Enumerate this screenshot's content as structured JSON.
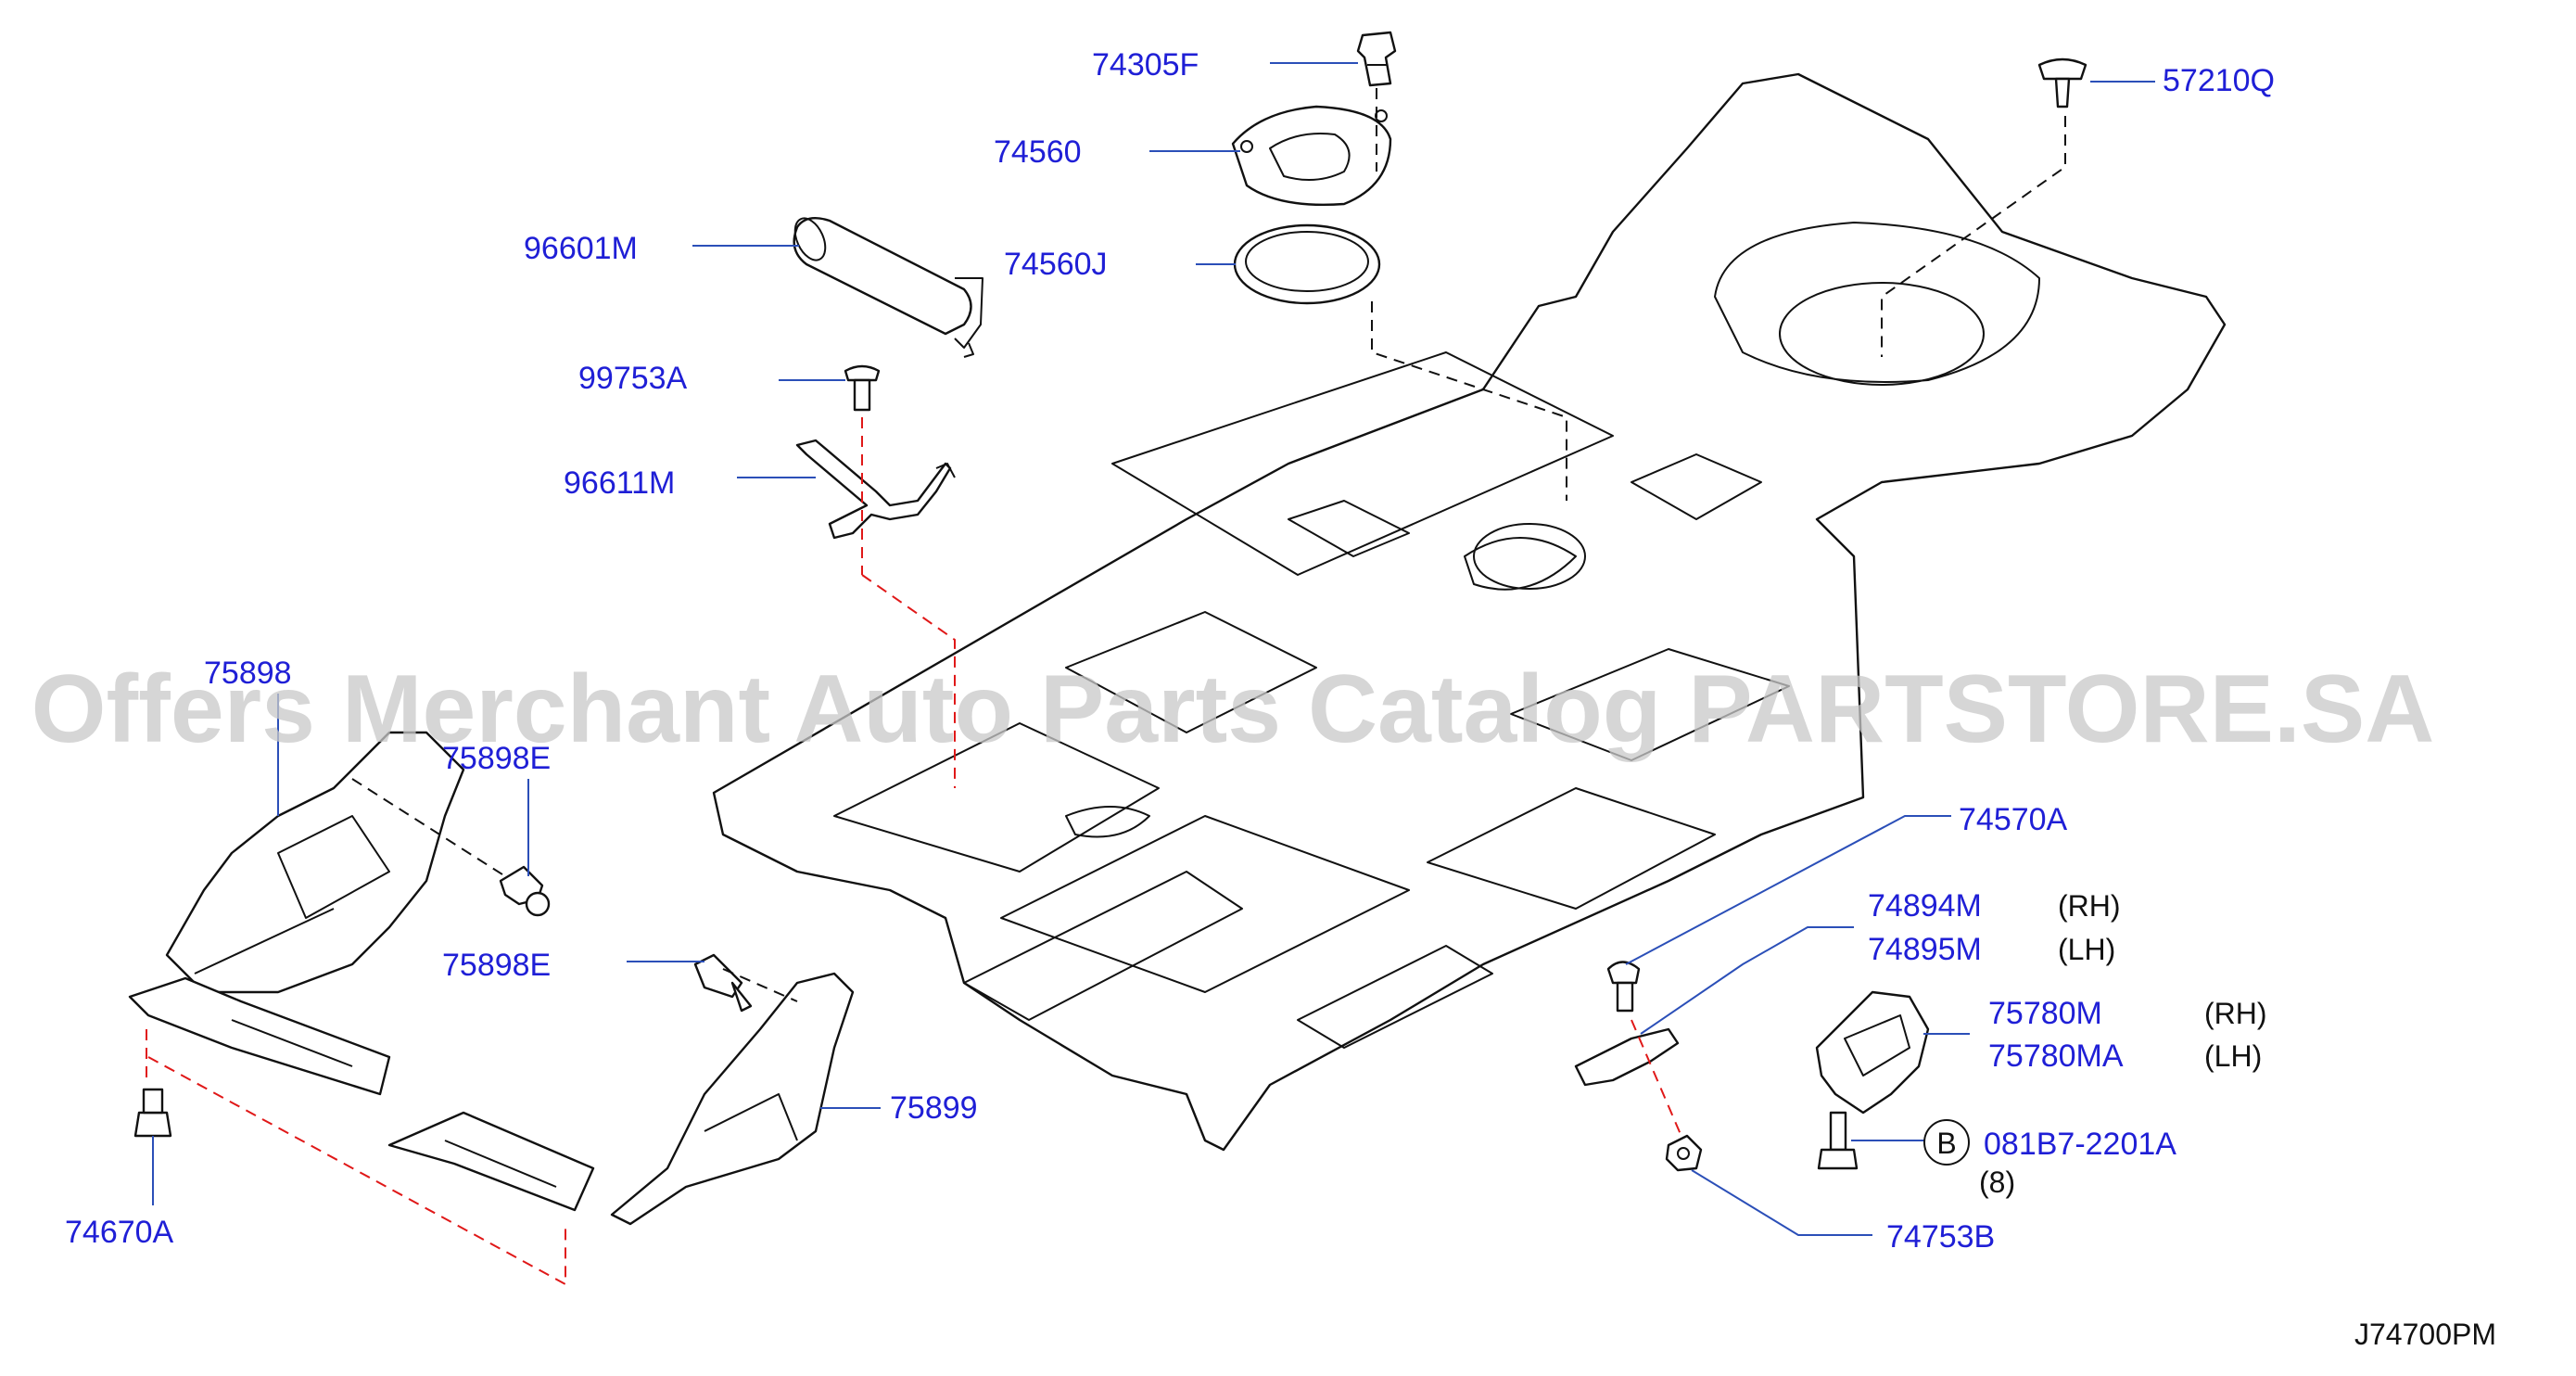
{
  "diagram_code": "J74700PM",
  "watermark": "Offers Merchant Auto Parts Catalog PARTSTORE.SA",
  "circle_marker": "B",
  "callouts": [
    {
      "id": "c-74305f",
      "label": "74305F"
    },
    {
      "id": "c-57210q",
      "label": "57210Q"
    },
    {
      "id": "c-74560",
      "label": "74560"
    },
    {
      "id": "c-96601m",
      "label": "96601M"
    },
    {
      "id": "c-74560j",
      "label": "74560J"
    },
    {
      "id": "c-99753a",
      "label": "99753A"
    },
    {
      "id": "c-96611m",
      "label": "96611M"
    },
    {
      "id": "c-75898",
      "label": "75898"
    },
    {
      "id": "c-75898e-1",
      "label": "75898E"
    },
    {
      "id": "c-75898e-2",
      "label": "75898E"
    },
    {
      "id": "c-75899",
      "label": "75899"
    },
    {
      "id": "c-74670a",
      "label": "74670A"
    },
    {
      "id": "c-74570a",
      "label": "74570A"
    },
    {
      "id": "c-74894m",
      "label": "74894M",
      "side": "(RH)"
    },
    {
      "id": "c-74895m",
      "label": "74895M",
      "side": "(LH)"
    },
    {
      "id": "c-75780m",
      "label": "75780M",
      "side": "(RH)"
    },
    {
      "id": "c-75780ma",
      "label": "75780MA",
      "side": "(LH)"
    },
    {
      "id": "c-081b7",
      "label": "081B7-2201A",
      "qty": "(8)"
    },
    {
      "id": "c-74753b",
      "label": "74753B"
    }
  ]
}
